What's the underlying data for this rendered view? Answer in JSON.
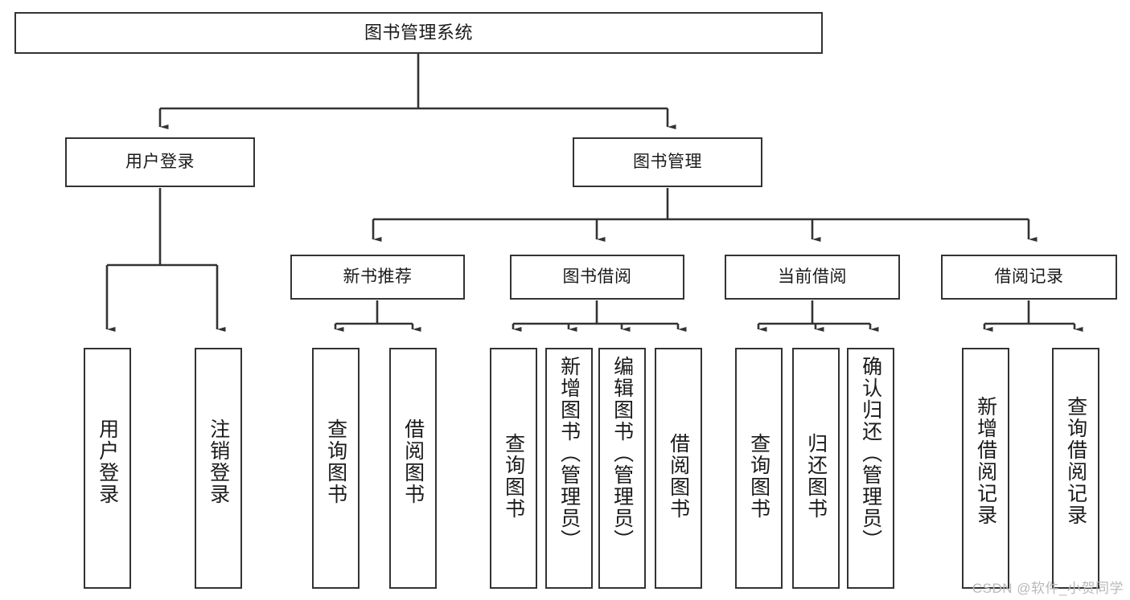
{
  "diagram": {
    "title": "图书管理系统",
    "type": "tree",
    "style": {
      "box_border": "#333333",
      "box_fill": "#ffffff",
      "connector": "#333333",
      "text": "#1a1a1a",
      "background": "#ffffff"
    },
    "levels": {
      "root": {
        "label": "图书管理系统"
      },
      "level2": [
        {
          "label": "用户登录"
        },
        {
          "label": "图书管理"
        }
      ],
      "level3": [
        {
          "label": "新书推荐"
        },
        {
          "label": "图书借阅"
        },
        {
          "label": "当前借阅"
        },
        {
          "label": "借阅记录"
        }
      ],
      "leaves": [
        {
          "label": "用户登录",
          "parent": "用户登录"
        },
        {
          "label": "注销登录",
          "parent": "用户登录"
        },
        {
          "label": "查询图书",
          "parent": "新书推荐"
        },
        {
          "label": "借阅图书",
          "parent": "新书推荐"
        },
        {
          "label": "查询图书",
          "parent": "图书借阅"
        },
        {
          "label": "新增图书（管理员）",
          "parent": "图书借阅"
        },
        {
          "label": "编辑图书（管理员）",
          "parent": "图书借阅"
        },
        {
          "label": "借阅图书",
          "parent": "图书借阅"
        },
        {
          "label": "查询图书",
          "parent": "当前借阅"
        },
        {
          "label": "归还图书",
          "parent": "当前借阅"
        },
        {
          "label": "确认归还（管理员）",
          "parent": "当前借阅"
        },
        {
          "label": "新增借阅记录",
          "parent": "借阅记录"
        },
        {
          "label": "查询借阅记录",
          "parent": "借阅记录"
        }
      ]
    }
  },
  "watermark": {
    "text": "CSDN @软件_小贺同学"
  }
}
